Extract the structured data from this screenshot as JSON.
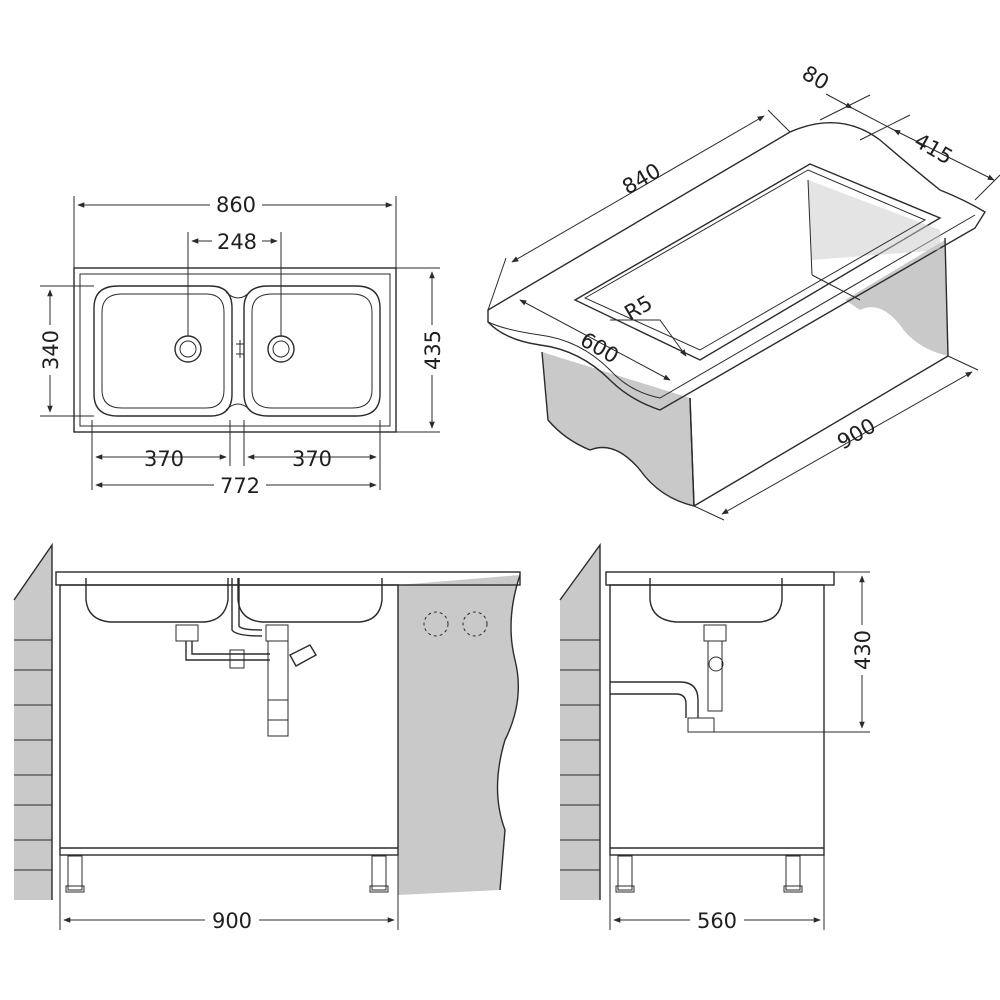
{
  "colors": {
    "line": "#2b2b2b",
    "fill": "#c9c9c9",
    "background": "#ffffff"
  },
  "top_view": {
    "overall_width": "860",
    "drain_spacing": "248",
    "bowl_depth": "340",
    "overall_depth": "435",
    "left_bowl_width": "370",
    "right_bowl_width": "370",
    "bowls_width": "772"
  },
  "cabinet_view": {
    "dim_80": "80",
    "dim_840": "840",
    "dim_415": "415",
    "radius": "R5",
    "dim_600": "600",
    "dim_900": "900"
  },
  "front_view": {
    "cabinet_width": "900"
  },
  "side_view": {
    "depth": "430",
    "cabinet_depth": "560"
  }
}
